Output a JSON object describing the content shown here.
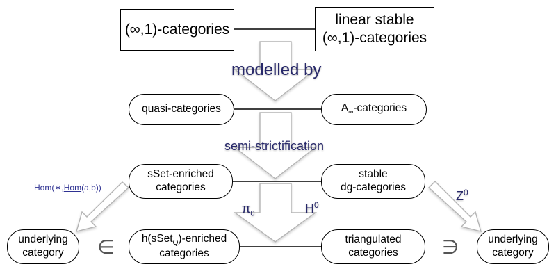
{
  "nodes": {
    "infinity_one": "(∞,1)-categories",
    "linear_stable": {
      "line1": "linear stable",
      "line2": "(∞,1)-categories"
    },
    "quasi": "quasi-categories",
    "a_inf": {
      "base": "A",
      "sub": "∞",
      "suffix": "-categories"
    },
    "sset_enriched": {
      "line1": "sSet-enriched",
      "line2": "categories"
    },
    "stable_dg": {
      "line1": "stable",
      "line2": "dg-categories"
    },
    "h_sset": {
      "prefix": "h(sSet",
      "sub": "Q",
      "suffix": ")-enriched",
      "line2": "categories"
    },
    "triangulated": {
      "line1": "triangulated",
      "line2": "categories"
    },
    "underlying_left": {
      "line1": "underlying",
      "line2": "category"
    },
    "underlying_right": {
      "line1": "underlying",
      "line2": "category"
    }
  },
  "labels": {
    "modelled_by": "modelled by",
    "semi_strictification": "semi-strictification",
    "hom": {
      "prefix": "Hom(∗,",
      "inner": "Hom",
      "suffix": "(a,b))"
    },
    "z0": {
      "base": "Z",
      "sup": "0"
    },
    "pi0": {
      "base": "π",
      "sub": "0"
    },
    "h0": {
      "base": "H",
      "sup": "0"
    },
    "element_of": "∈",
    "contains": "∋"
  },
  "colors": {
    "label": "#27286a",
    "arrow_fill": "#ffffff",
    "arrow_stroke": "#b4b4b4"
  }
}
